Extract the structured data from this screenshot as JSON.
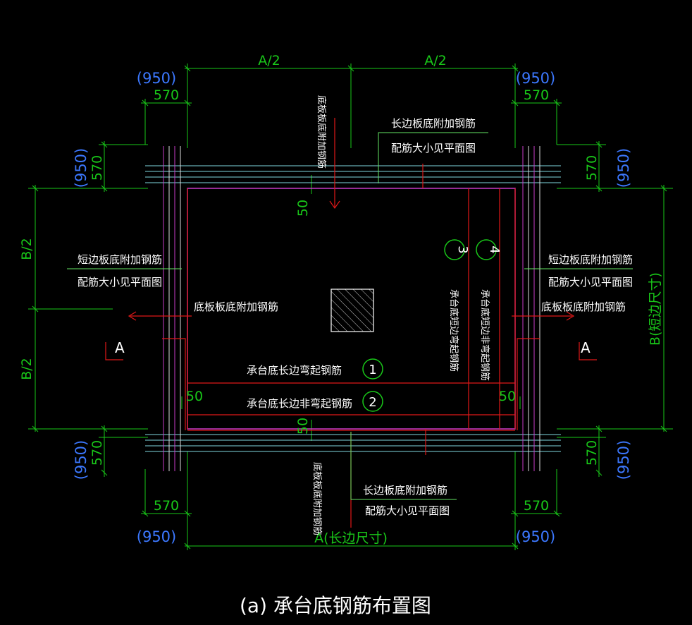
{
  "colors": {
    "background": "#000000",
    "dimension_green": "#19c819",
    "dimension_blue": "#3c78ff",
    "text_white": "#ffffff",
    "rebar_red": "#e01818",
    "bent_magenta": "#c83cc8",
    "hatch_cyan": "#7fd8e0",
    "guide_lime": "#64e664",
    "hatch_white": "#cccccc"
  },
  "dimensions": {
    "top_half_left": "A/2",
    "top_half_right": "A/2",
    "bottom_total": "A(长边尺寸)",
    "left_half_top": "B/2",
    "left_half_bottom": "B/2",
    "right_total": "B(短边尺寸)",
    "corner_outer": "(950)",
    "corner_inner": "570",
    "cover": "50"
  },
  "labels": {
    "top_long_note_line1": "长边板底附加钢筋",
    "top_long_note_line2": "配筋大小见平面图",
    "bottom_long_note_line1": "长边板底附加钢筋",
    "bottom_long_note_line2": "配筋大小见平面图",
    "left_short_note_line1": "短边板底附加钢筋",
    "left_short_note_line2": "配筋大小见平面图",
    "right_short_note_line1": "短边板底附加钢筋",
    "right_short_note_line2": "配筋大小见平面图",
    "left_side_bar": "底板板底附加钢筋",
    "right_side_bar": "底板板底附加钢筋",
    "top_vertical_bar": "底板板底附加钢筋",
    "bottom_vertical_bar": "底板板底附加钢筋",
    "bar1": "承台底长边弯起钢筋",
    "bar2": "承台底长边非弯起钢筋",
    "bar3": "承台底短边弯起钢筋",
    "bar4": "承台底短边非弯起钢筋",
    "bubble1": "1",
    "bubble2": "2",
    "bubble3": "3",
    "bubble4": "4",
    "section_left": "A",
    "section_right": "A",
    "caption": "(a) 承台底钢筋布置图"
  }
}
